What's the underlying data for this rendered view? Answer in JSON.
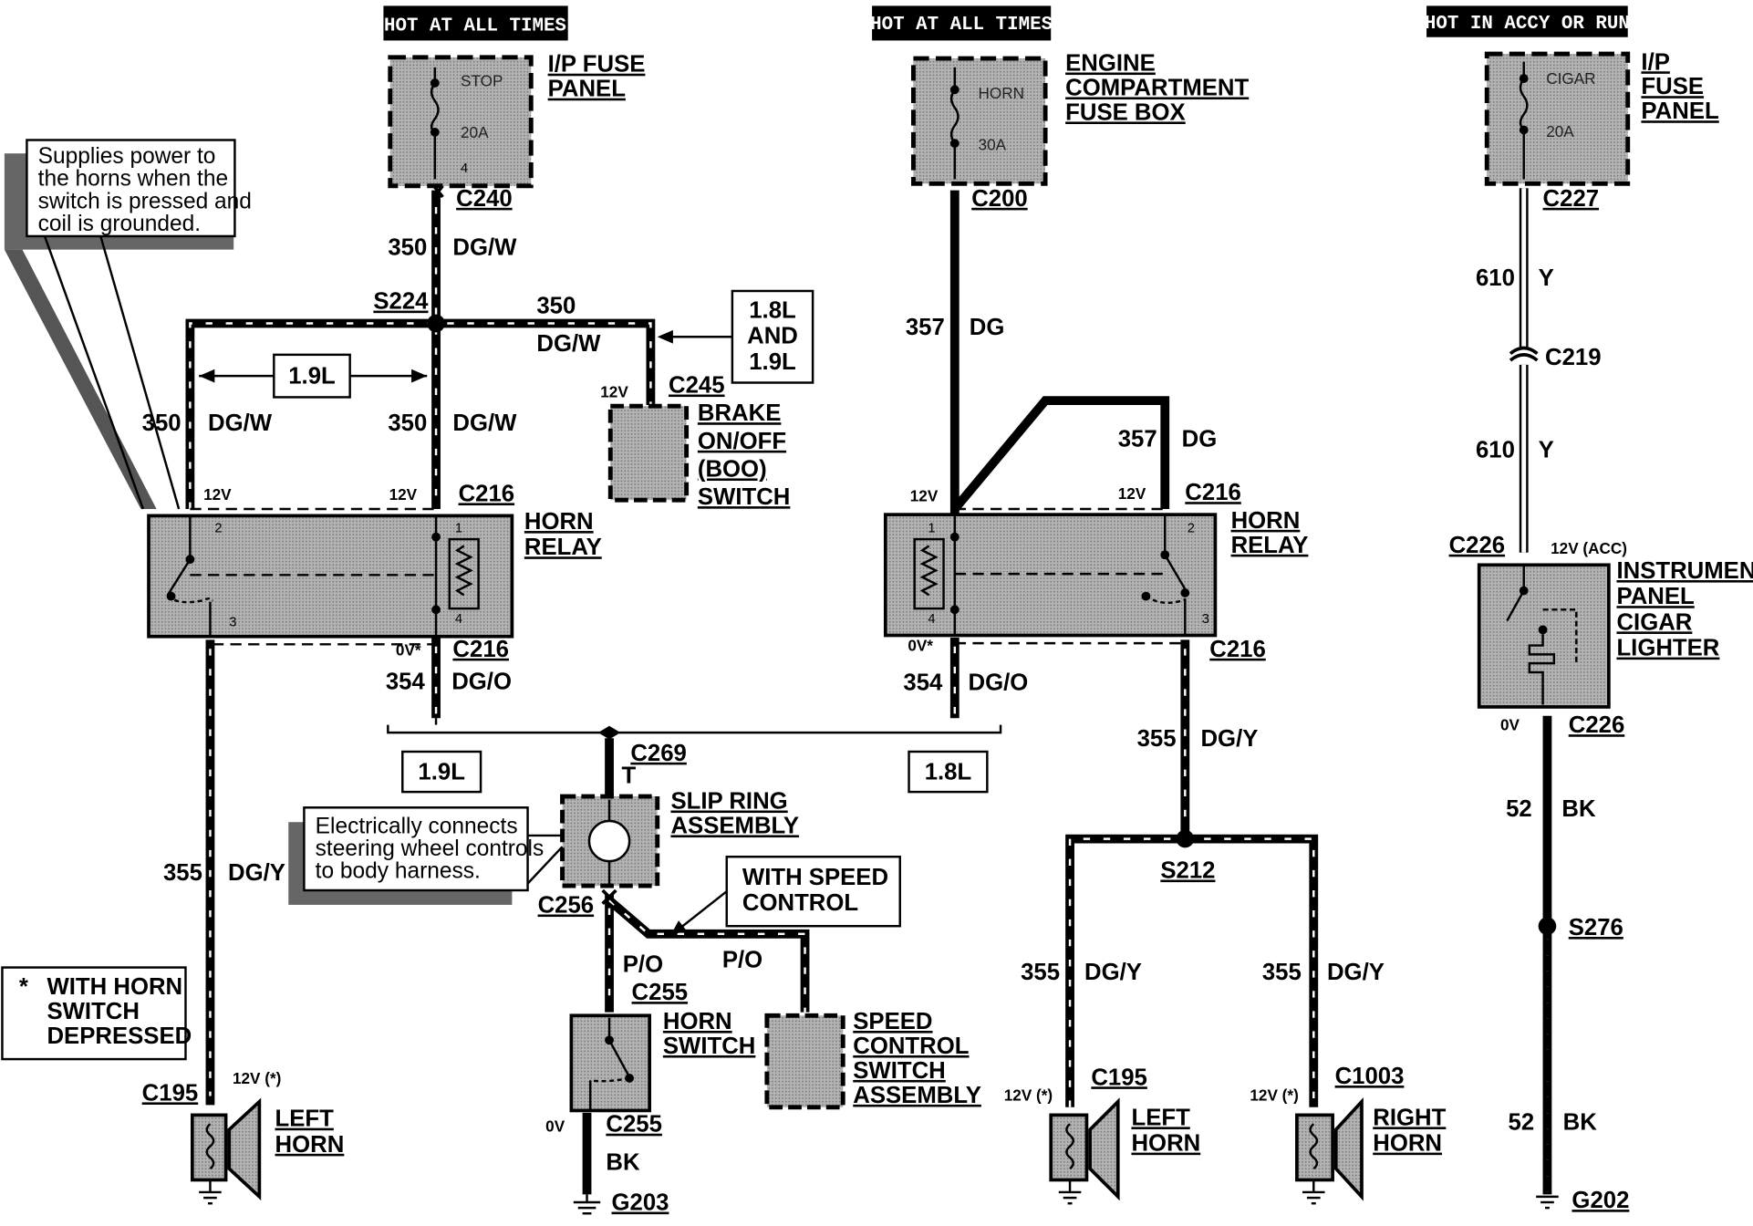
{
  "headers": {
    "h1": "HOT AT ALL TIMES",
    "h2": "HOT AT ALL TIMES",
    "h3": "HOT IN ACCY OR RUN"
  },
  "fuse1": {
    "title1": "I/P FUSE",
    "title2": "PANEL",
    "name": "STOP",
    "rating": "20A",
    "pin": "4"
  },
  "fuse2": {
    "title1": "ENGINE",
    "title2": "COMPARTMENT",
    "title3": "FUSE BOX",
    "name": "HORN",
    "rating": "30A"
  },
  "fuse3": {
    "title1": "I/P",
    "title2": "FUSE",
    "title3": "PANEL",
    "name": "CIGAR",
    "rating": "20A"
  },
  "notes": {
    "supplies": [
      "Supplies power to",
      "the horns when the",
      "switch is pressed and",
      "coil is grounded."
    ],
    "slip": [
      "Electrically connects",
      "steering wheel controls",
      "to body harness."
    ],
    "star": "*",
    "horn_depressed": [
      "WITH HORN",
      "SWITCH",
      "DEPRESSED"
    ],
    "engine_boxes": {
      "both": [
        "1.8L",
        "AND",
        "1.9L"
      ],
      "l19a": "1.9L",
      "l19b": "1.9L",
      "l18": "1.8L",
      "speed_ctrl": [
        "WITH SPEED",
        "CONTROL"
      ]
    }
  },
  "connectors": {
    "c240": "C240",
    "s224": "S224",
    "c245": "C245",
    "c216a": "C216",
    "c216b": "C216",
    "c216c": "C216",
    "c216d": "C216",
    "c200": "C200",
    "c227": "C227",
    "c219": "C219",
    "c226a": "C226",
    "c226b": "C226",
    "c269": "C269",
    "c256": "C256",
    "c255a": "C255",
    "c255b": "C255",
    "c195a": "C195",
    "c195b": "C195",
    "c1003": "C1003",
    "s212": "S212",
    "s276": "S276",
    "g203": "G203",
    "g202": "G202"
  },
  "wires": {
    "w350a": "350",
    "dgwa": "DG/W",
    "w350b": "350",
    "dgwb": "DG/W",
    "w350c": "350",
    "dgwc": "DG/W",
    "w350d": "350",
    "dgwd": "DG/W",
    "w357a": "357",
    "dga": "DG",
    "w357b": "357",
    "dgb": "DG",
    "w610a": "610",
    "ya": "Y",
    "w610b": "610",
    "yb": "Y",
    "w354a": "354",
    "dgoa": "DG/O",
    "w354b": "354",
    "dgob": "DG/O",
    "w355a": "355",
    "dgya": "DG/Y",
    "w355b": "355",
    "dgyb": "DG/Y",
    "w355c": "355",
    "dgyc": "DG/Y",
    "w355d": "355",
    "dgyd": "DG/Y",
    "t": "T",
    "poa": "P/O",
    "pob": "P/O",
    "bka": "BK",
    "w52a": "52",
    "bkb": "BK",
    "w52b": "52",
    "bkc": "BK"
  },
  "voltages": {
    "v12a": "12V",
    "v12b": "12V",
    "v12c": "12V",
    "v12d": "12V",
    "v12e": "12V",
    "v0a": "0V*",
    "v0b": "0V*",
    "v12acc": "12V (ACC)",
    "v0c": "0V",
    "v0d": "0V",
    "v12sa": "12V (*)",
    "v12sb": "12V (*)",
    "v12sc": "12V (*)"
  },
  "components": {
    "brake": [
      "BRAKE",
      "ON/OFF",
      "(BOO)",
      "SWITCH"
    ],
    "relay1": [
      "HORN",
      "RELAY"
    ],
    "relay2": [
      "HORN",
      "RELAY"
    ],
    "cigar": [
      "INSTRUMENT",
      "PANEL",
      "CIGAR",
      "LIGHTER"
    ],
    "slip": [
      "SLIP RING",
      "ASSEMBLY"
    ],
    "hornsw": [
      "HORN",
      "SWITCH"
    ],
    "speed": [
      "SPEED",
      "CONTROL",
      "SWITCH",
      "ASSEMBLY"
    ],
    "lhorn1": [
      "LEFT",
      "HORN"
    ],
    "lhorn2": [
      "LEFT",
      "HORN"
    ],
    "rhorn": [
      "RIGHT",
      "HORN"
    ]
  },
  "pins": {
    "p2": "2",
    "p3": "3",
    "p1": "1",
    "p4": "4",
    "q1": "1",
    "q4": "4",
    "q2": "2",
    "q3": "3"
  }
}
